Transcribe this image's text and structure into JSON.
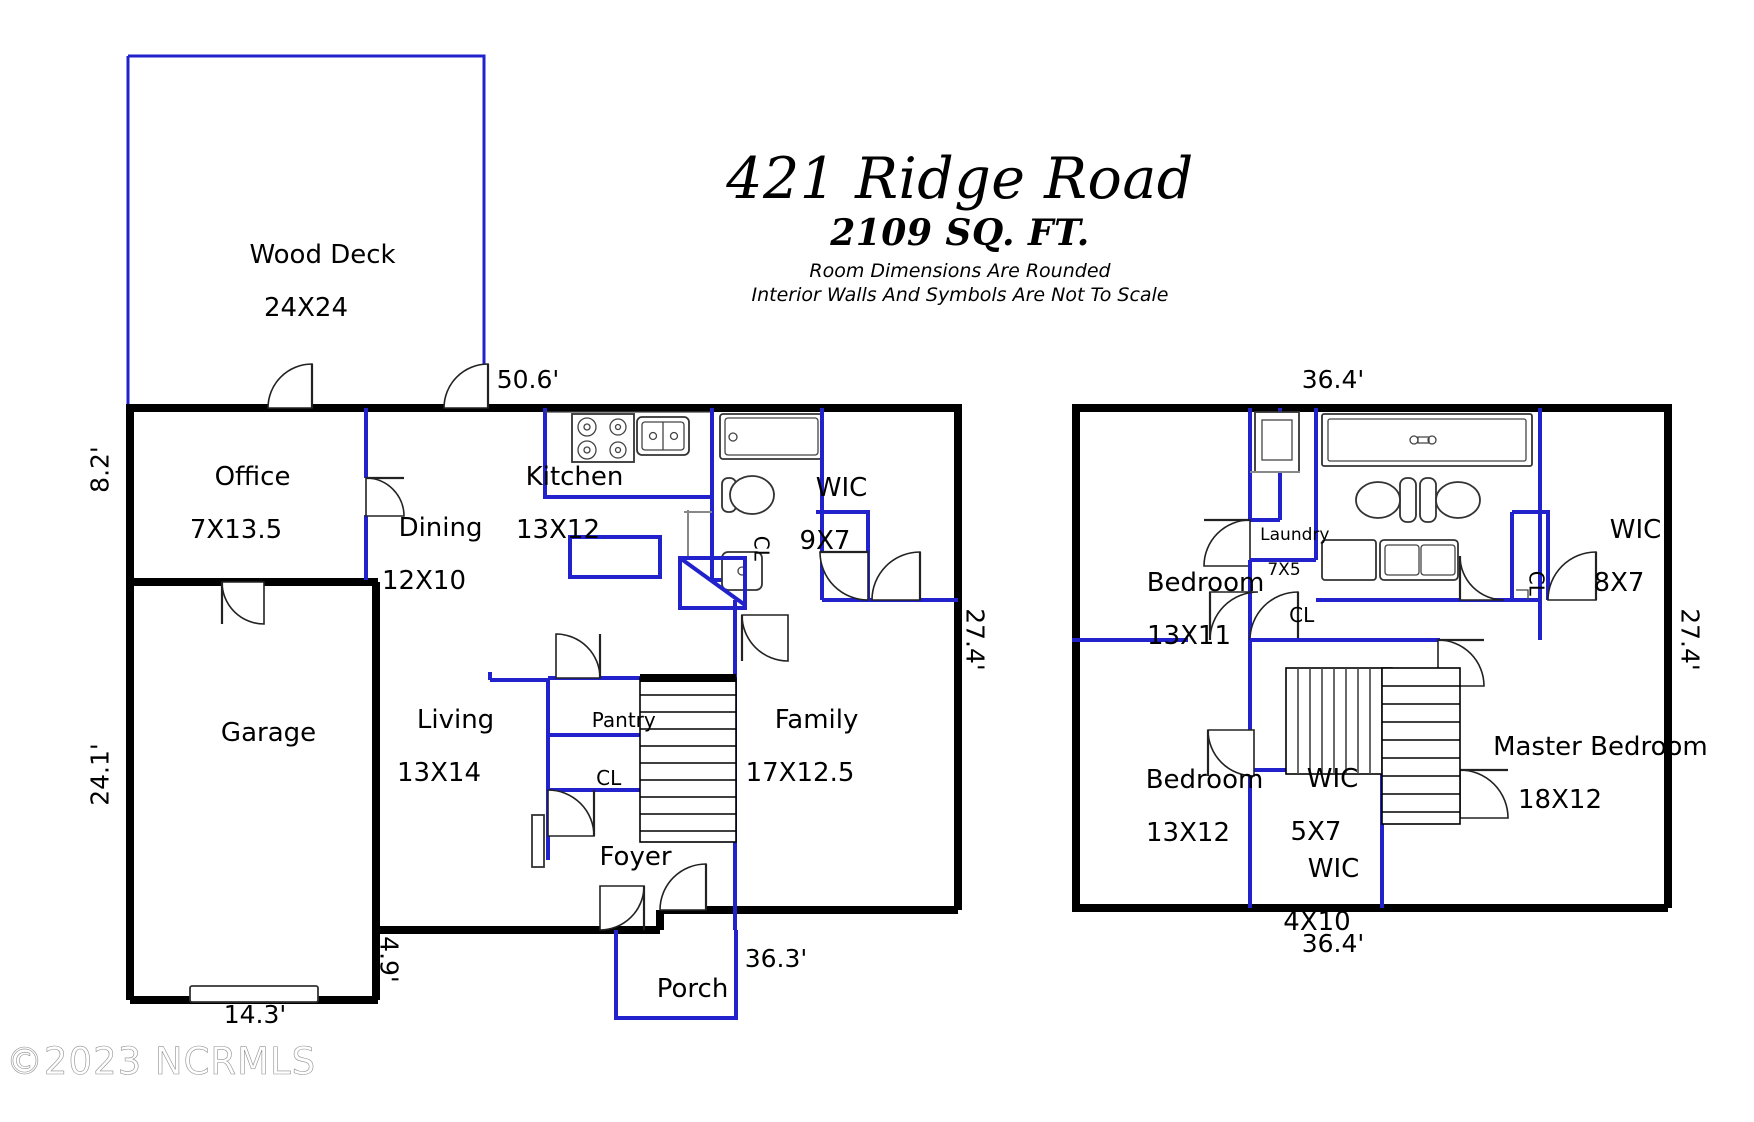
{
  "title_block": {
    "address": "421 Ridge Road",
    "square_feet": "2109 SQ. FT.",
    "note_1": "Room Dimensions Are Rounded",
    "note_2": "Interior Walls And Symbols Are Not To Scale"
  },
  "watermark": "©2023 NCRMLS",
  "first_floor": {
    "rooms": [
      {
        "name": "Wood Deck",
        "dim": "24X24"
      },
      {
        "name": "Office",
        "dim": "7X13.5"
      },
      {
        "name": "Dining",
        "dim": "12X10"
      },
      {
        "name": "Kitchen",
        "dim": "13X12"
      },
      {
        "name": "WIC",
        "dim": "9X7"
      },
      {
        "name": "CL",
        "dim": ""
      },
      {
        "name": "Garage",
        "dim": ""
      },
      {
        "name": "Living",
        "dim": "13X14"
      },
      {
        "name": "Pantry",
        "dim": ""
      },
      {
        "name": "CL",
        "dim": ""
      },
      {
        "name": "Family",
        "dim": "17X12.5"
      },
      {
        "name": "Foyer",
        "dim": ""
      },
      {
        "name": "Porch",
        "dim": ""
      }
    ],
    "dimensions": {
      "top": "50.6'",
      "left_upper": "8.2'",
      "left_lower": "24.1'",
      "right": "27.4'",
      "bottom_garage": "14.3'",
      "bottom_inset": "4.9'",
      "bottom_main": "36.3'"
    }
  },
  "second_floor": {
    "rooms": [
      {
        "name": "Bedroom",
        "dim": "13X11"
      },
      {
        "name": "Laundry",
        "dim": "7X5"
      },
      {
        "name": "CL",
        "dim": ""
      },
      {
        "name": "WIC",
        "dim": "8X7"
      },
      {
        "name": "CL",
        "dim": ""
      },
      {
        "name": "Bedroom",
        "dim": "13X12"
      },
      {
        "name": "WIC",
        "dim": "5X7"
      },
      {
        "name": "WIC",
        "dim": "4X10"
      },
      {
        "name": "Master Bedroom",
        "dim": "18X12"
      }
    ],
    "dimensions": {
      "top": "36.4'",
      "right": "27.4'",
      "bottom": "36.4'"
    }
  }
}
